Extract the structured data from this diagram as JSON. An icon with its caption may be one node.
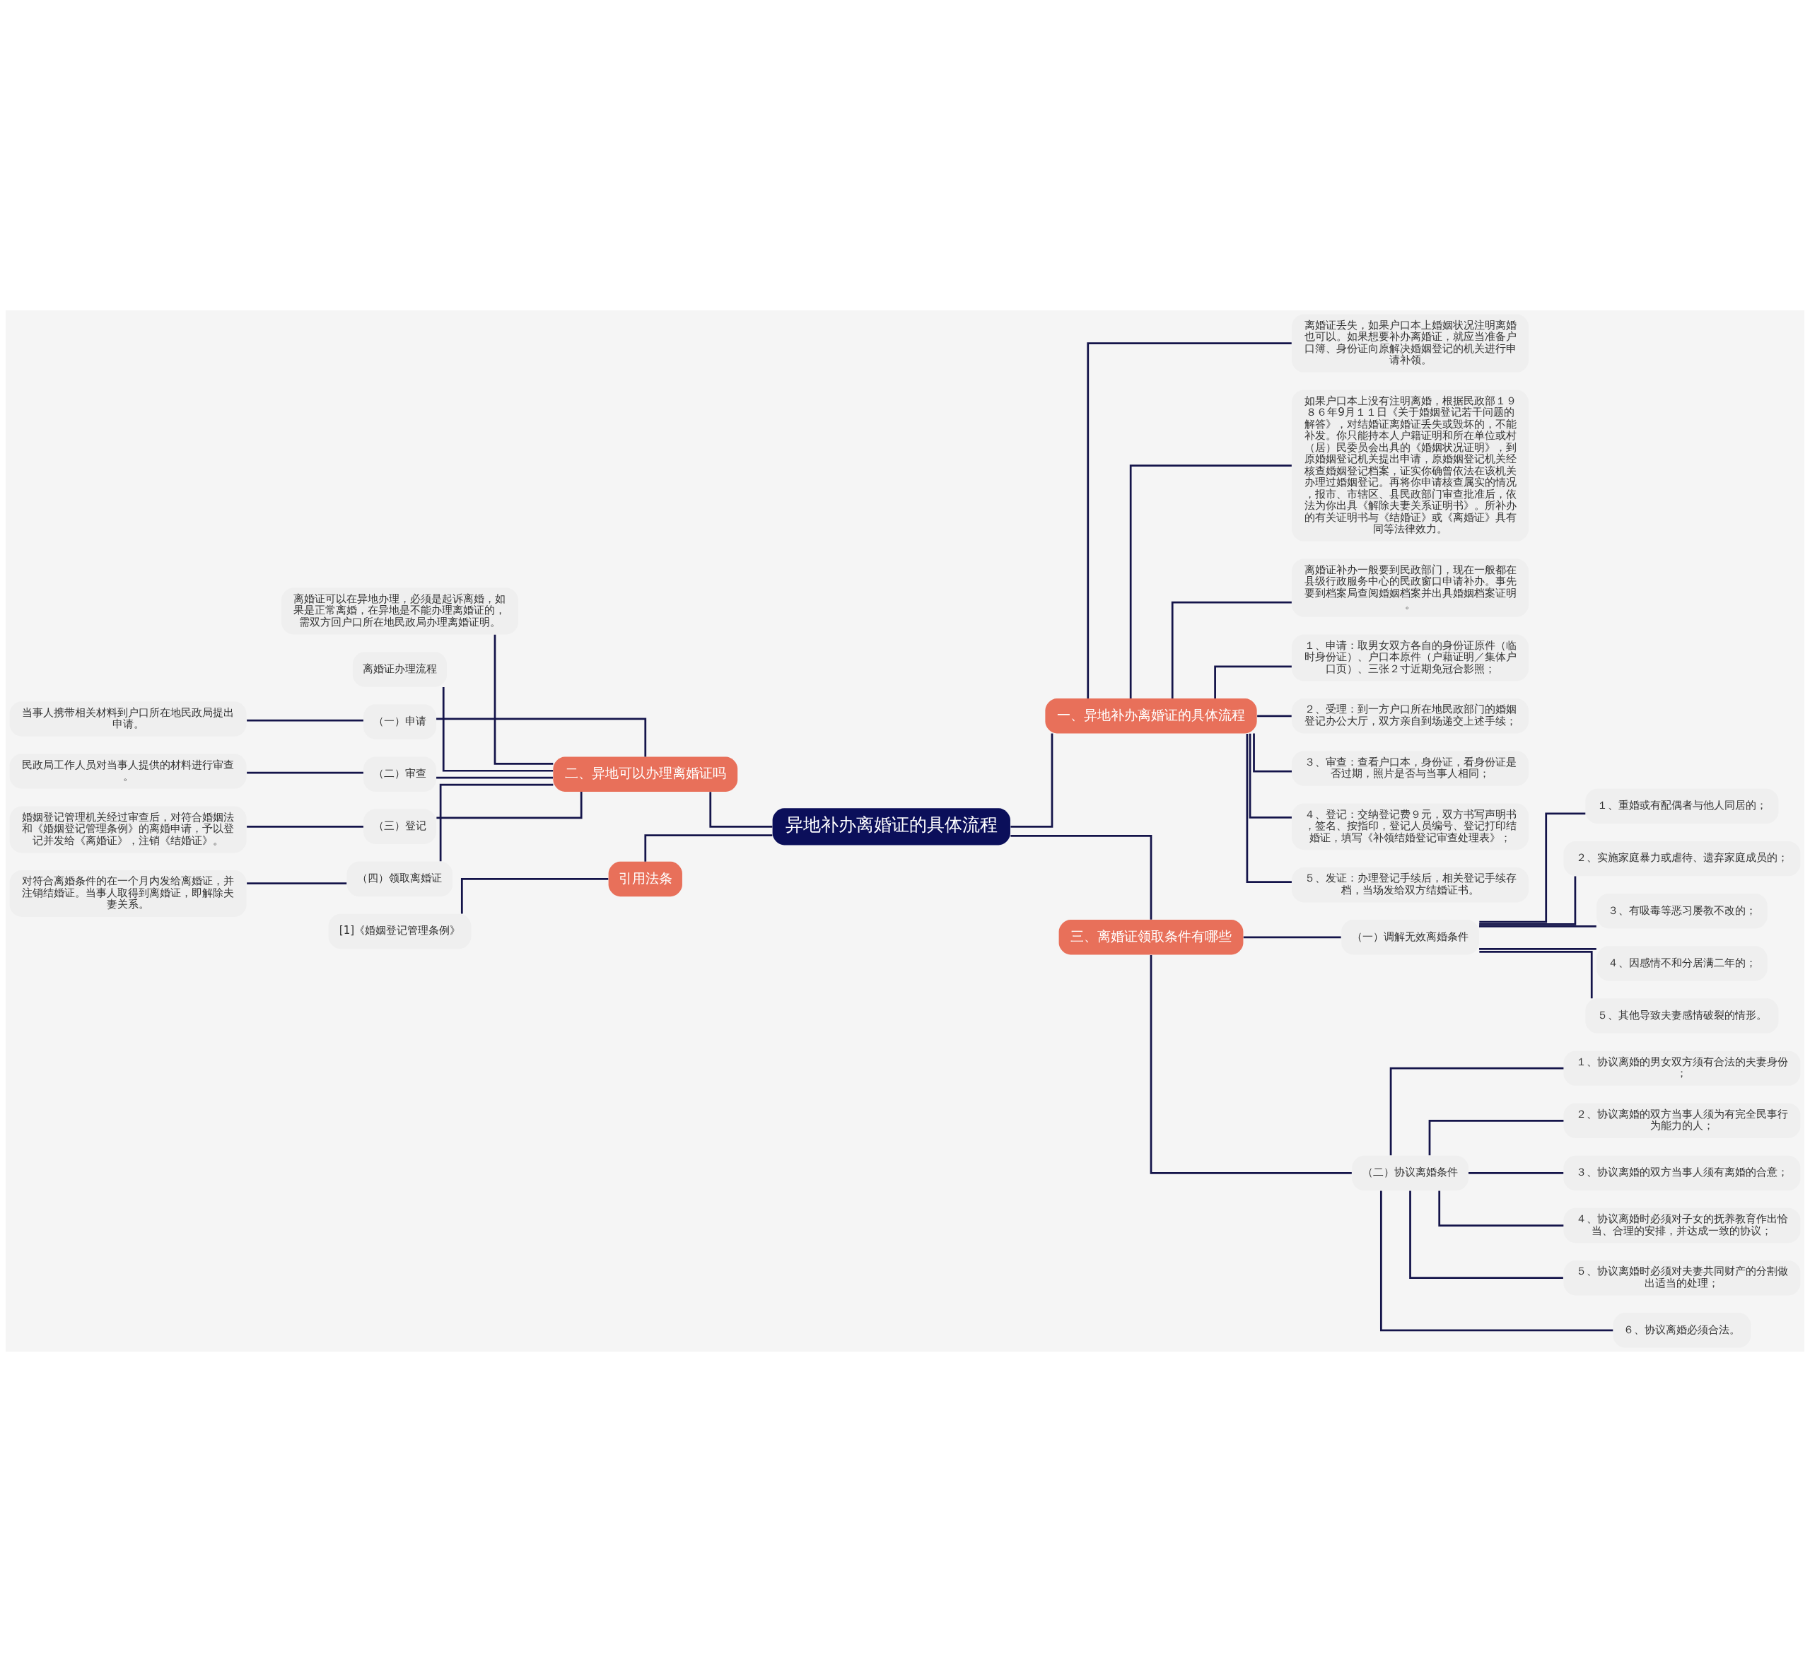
{
  "diagram": {
    "nodes": [
      {
        "text": [
          "异地补办离婚证的具体流程"
        ]
      },
      {
        "text": [
          "一、异地补办离婚证的具体流程"
        ]
      },
      {
        "text": [
          "离婚证丢失，如果户口本上婚姻状况注明离婚也可以。如果想要补办离婚证，就应当准备户口簿、身份证向原解决婚姻登记的机关进行申请补领。"
        ]
      },
      {
        "text": [
          "如果户口本上没有注明离婚，根据民政部１９８６年9月１１日《关于婚姻登记若干问题的解答》，对结婚证离婚证丢失或毁坏的，不能补发。你只能持本人户籍证明和所在单位或村（居）民委员会出具的《婚姻状况证明》，到原婚姻登记机关提出申请，原婚姻登记机关经核查婚姻登记档案，证实你确曾依法在该机关办理过婚姻登记。再将你申请核查属实的情况，报市、市辖区、县民政部门审查批准后，依法为你出具《解除夫妻关系证明书》。所补办的有关证明书与《结婚证》或《离婚证》具有同等法律效力。"
        ]
      },
      {
        "text": [
          "离婚证补办一般要到民政部门，现在一般都在县级行政服务中心的民政窗口申请补办。事先要到档案局查阅婚姻档案并出具婚姻档案证明。"
        ]
      },
      {
        "text": [
          "１、申请：取男女双方各自的身份证原件（临时身份证）、户口本原件（户藉证明／集体户口页）、三张２寸近期免冠合影照；"
        ]
      },
      {
        "text": [
          "２、受理：到一方户口所在地民政部门的婚姻登记办公大厅，双方亲自到场递交上述手续；"
        ]
      },
      {
        "text": [
          "３、审查：查看户口本，身份证，看身份证是否过期，照片是否与当事人相同；"
        ]
      },
      {
        "text": [
          "４、登记：交纳登记费９元，双方书写声明书，签名、按指印，登记人员编号、登记打印结婚证，填写《补领结婚登记审查处理表》；"
        ]
      },
      {
        "text": [
          "５、发证：办理登记手续后，相关登记手续存档，当场发给双方结婚证书。"
        ]
      },
      {
        "text": [
          "二、异地可以办理离婚证吗"
        ]
      },
      {
        "text": [
          "离婚证可以在异地办理，必须是起诉离婚，如果是正常离婚，在异地是不能办理离婚证的，需双方回户口所在地民政局办理离婚证明。"
        ]
      },
      {
        "text": [
          "离婚证办理流程"
        ]
      },
      {
        "text": [
          "（一）申请"
        ]
      },
      {
        "text": [
          "当事人携带相关材料到户口所在地民政局提出申请。"
        ]
      },
      {
        "text": [
          "（二）审查"
        ]
      },
      {
        "text": [
          "民政局工作人员对当事人提供的材料进行审查。"
        ]
      },
      {
        "text": [
          "（三）登记"
        ]
      },
      {
        "text": [
          "婚姻登记管理机关经过审查后，对符合婚姻法和《婚姻登记管理条例》的离婚申请，予以登记并发给《离婚证》，注销《结婚证》。"
        ]
      },
      {
        "text": [
          "（四）领取离婚证"
        ]
      },
      {
        "text": [
          "对符合离婚条件的在一个月内发给离婚证，并注销结婚证。当事人取得到离婚证，即解除夫妻关系。"
        ]
      },
      {
        "text": [
          "引用法条"
        ]
      },
      {
        "text": [
          "[1]《婚姻登记管理条例》"
        ]
      },
      {
        "text": [
          "三、离婚证领取条件有哪些"
        ]
      },
      {
        "text": [
          "（一）调解无效离婚条件"
        ]
      },
      {
        "text": [
          "１、重婚或有配偶者与他人同居的；"
        ]
      },
      {
        "text": [
          "２、实施家庭暴力或虐待、遗弃家庭成员的；"
        ]
      },
      {
        "text": [
          "３、有吸毒等恶习屡教不改的；"
        ]
      },
      {
        "text": [
          "４、因感情不和分居满二年的；"
        ]
      },
      {
        "text": [
          "５、其他导致夫妻感情破裂的情形。"
        ]
      },
      {
        "text": [
          "（二）协议离婚条件"
        ]
      },
      {
        "text": [
          "１、协议离婚的男女双方须有合法的夫妻身份；"
        ]
      },
      {
        "text": [
          "２、协议离婚的双方当事人须为有完全民事行为能力的人；"
        ]
      },
      {
        "text": [
          "３、协议离婚的双方当事人须有离婚的合意；"
        ]
      },
      {
        "text": [
          "４、协议离婚时必须对子女的抚养教育作出恰当、合理的安排，并达成一致的协议；"
        ]
      },
      {
        "text": [
          "５、协议离婚时必须对夫妻共同财产的分割做出适当的处理；"
        ]
      },
      {
        "text": [
          "６、协议离婚必须合法。"
        ]
      }
    ],
    "edges": [
      {
        "from": 0,
        "to": 1,
        "arrow": "none"
      },
      {
        "from": 1,
        "to": 2,
        "arrow": "none"
      },
      {
        "from": 1,
        "to": 3,
        "arrow": "none"
      },
      {
        "from": 1,
        "to": 4,
        "arrow": "none"
      },
      {
        "from": 1,
        "to": 5,
        "arrow": "none"
      },
      {
        "from": 1,
        "to": 6,
        "arrow": "none"
      },
      {
        "from": 1,
        "to": 7,
        "arrow": "none"
      },
      {
        "from": 1,
        "to": 8,
        "arrow": "none"
      },
      {
        "from": 1,
        "to": 9,
        "arrow": "none"
      },
      {
        "from": 0,
        "to": 10,
        "arrow": "none"
      },
      {
        "from": 10,
        "to": 11,
        "arrow": "none"
      },
      {
        "from": 10,
        "to": 12,
        "arrow": "none"
      },
      {
        "from": 10,
        "to": 13,
        "arrow": "none"
      },
      {
        "from": 13,
        "to": 14,
        "arrow": "none"
      },
      {
        "from": 10,
        "to": 15,
        "arrow": "none"
      },
      {
        "from": 15,
        "to": 16,
        "arrow": "none"
      },
      {
        "from": 10,
        "to": 17,
        "arrow": "none"
      },
      {
        "from": 17,
        "to": 18,
        "arrow": "none"
      },
      {
        "from": 10,
        "to": 19,
        "arrow": "none"
      },
      {
        "from": 19,
        "to": 20,
        "arrow": "none"
      },
      {
        "from": 0,
        "to": 21,
        "arrow": "none"
      },
      {
        "from": 21,
        "to": 22,
        "arrow": "none"
      },
      {
        "from": 0,
        "to": 23,
        "arrow": "none"
      },
      {
        "from": 23,
        "to": 24,
        "arrow": "none"
      },
      {
        "from": 24,
        "to": 25,
        "arrow": "none"
      },
      {
        "from": 24,
        "to": 26,
        "arrow": "none"
      },
      {
        "from": 24,
        "to": 27,
        "arrow": "none"
      },
      {
        "from": 24,
        "to": 28,
        "arrow": "none"
      },
      {
        "from": 24,
        "to": 29,
        "arrow": "none"
      },
      {
        "from": 23,
        "to": 30,
        "arrow": "none"
      },
      {
        "from": 30,
        "to": 31,
        "arrow": "none"
      },
      {
        "from": 30,
        "to": 32,
        "arrow": "none"
      },
      {
        "from": 30,
        "to": 33,
        "arrow": "none"
      },
      {
        "from": 30,
        "to": 34,
        "arrow": "none"
      },
      {
        "from": 30,
        "to": 35,
        "arrow": "none"
      },
      {
        "from": 30,
        "to": 36,
        "arrow": "none"
      }
    ]
  }
}
